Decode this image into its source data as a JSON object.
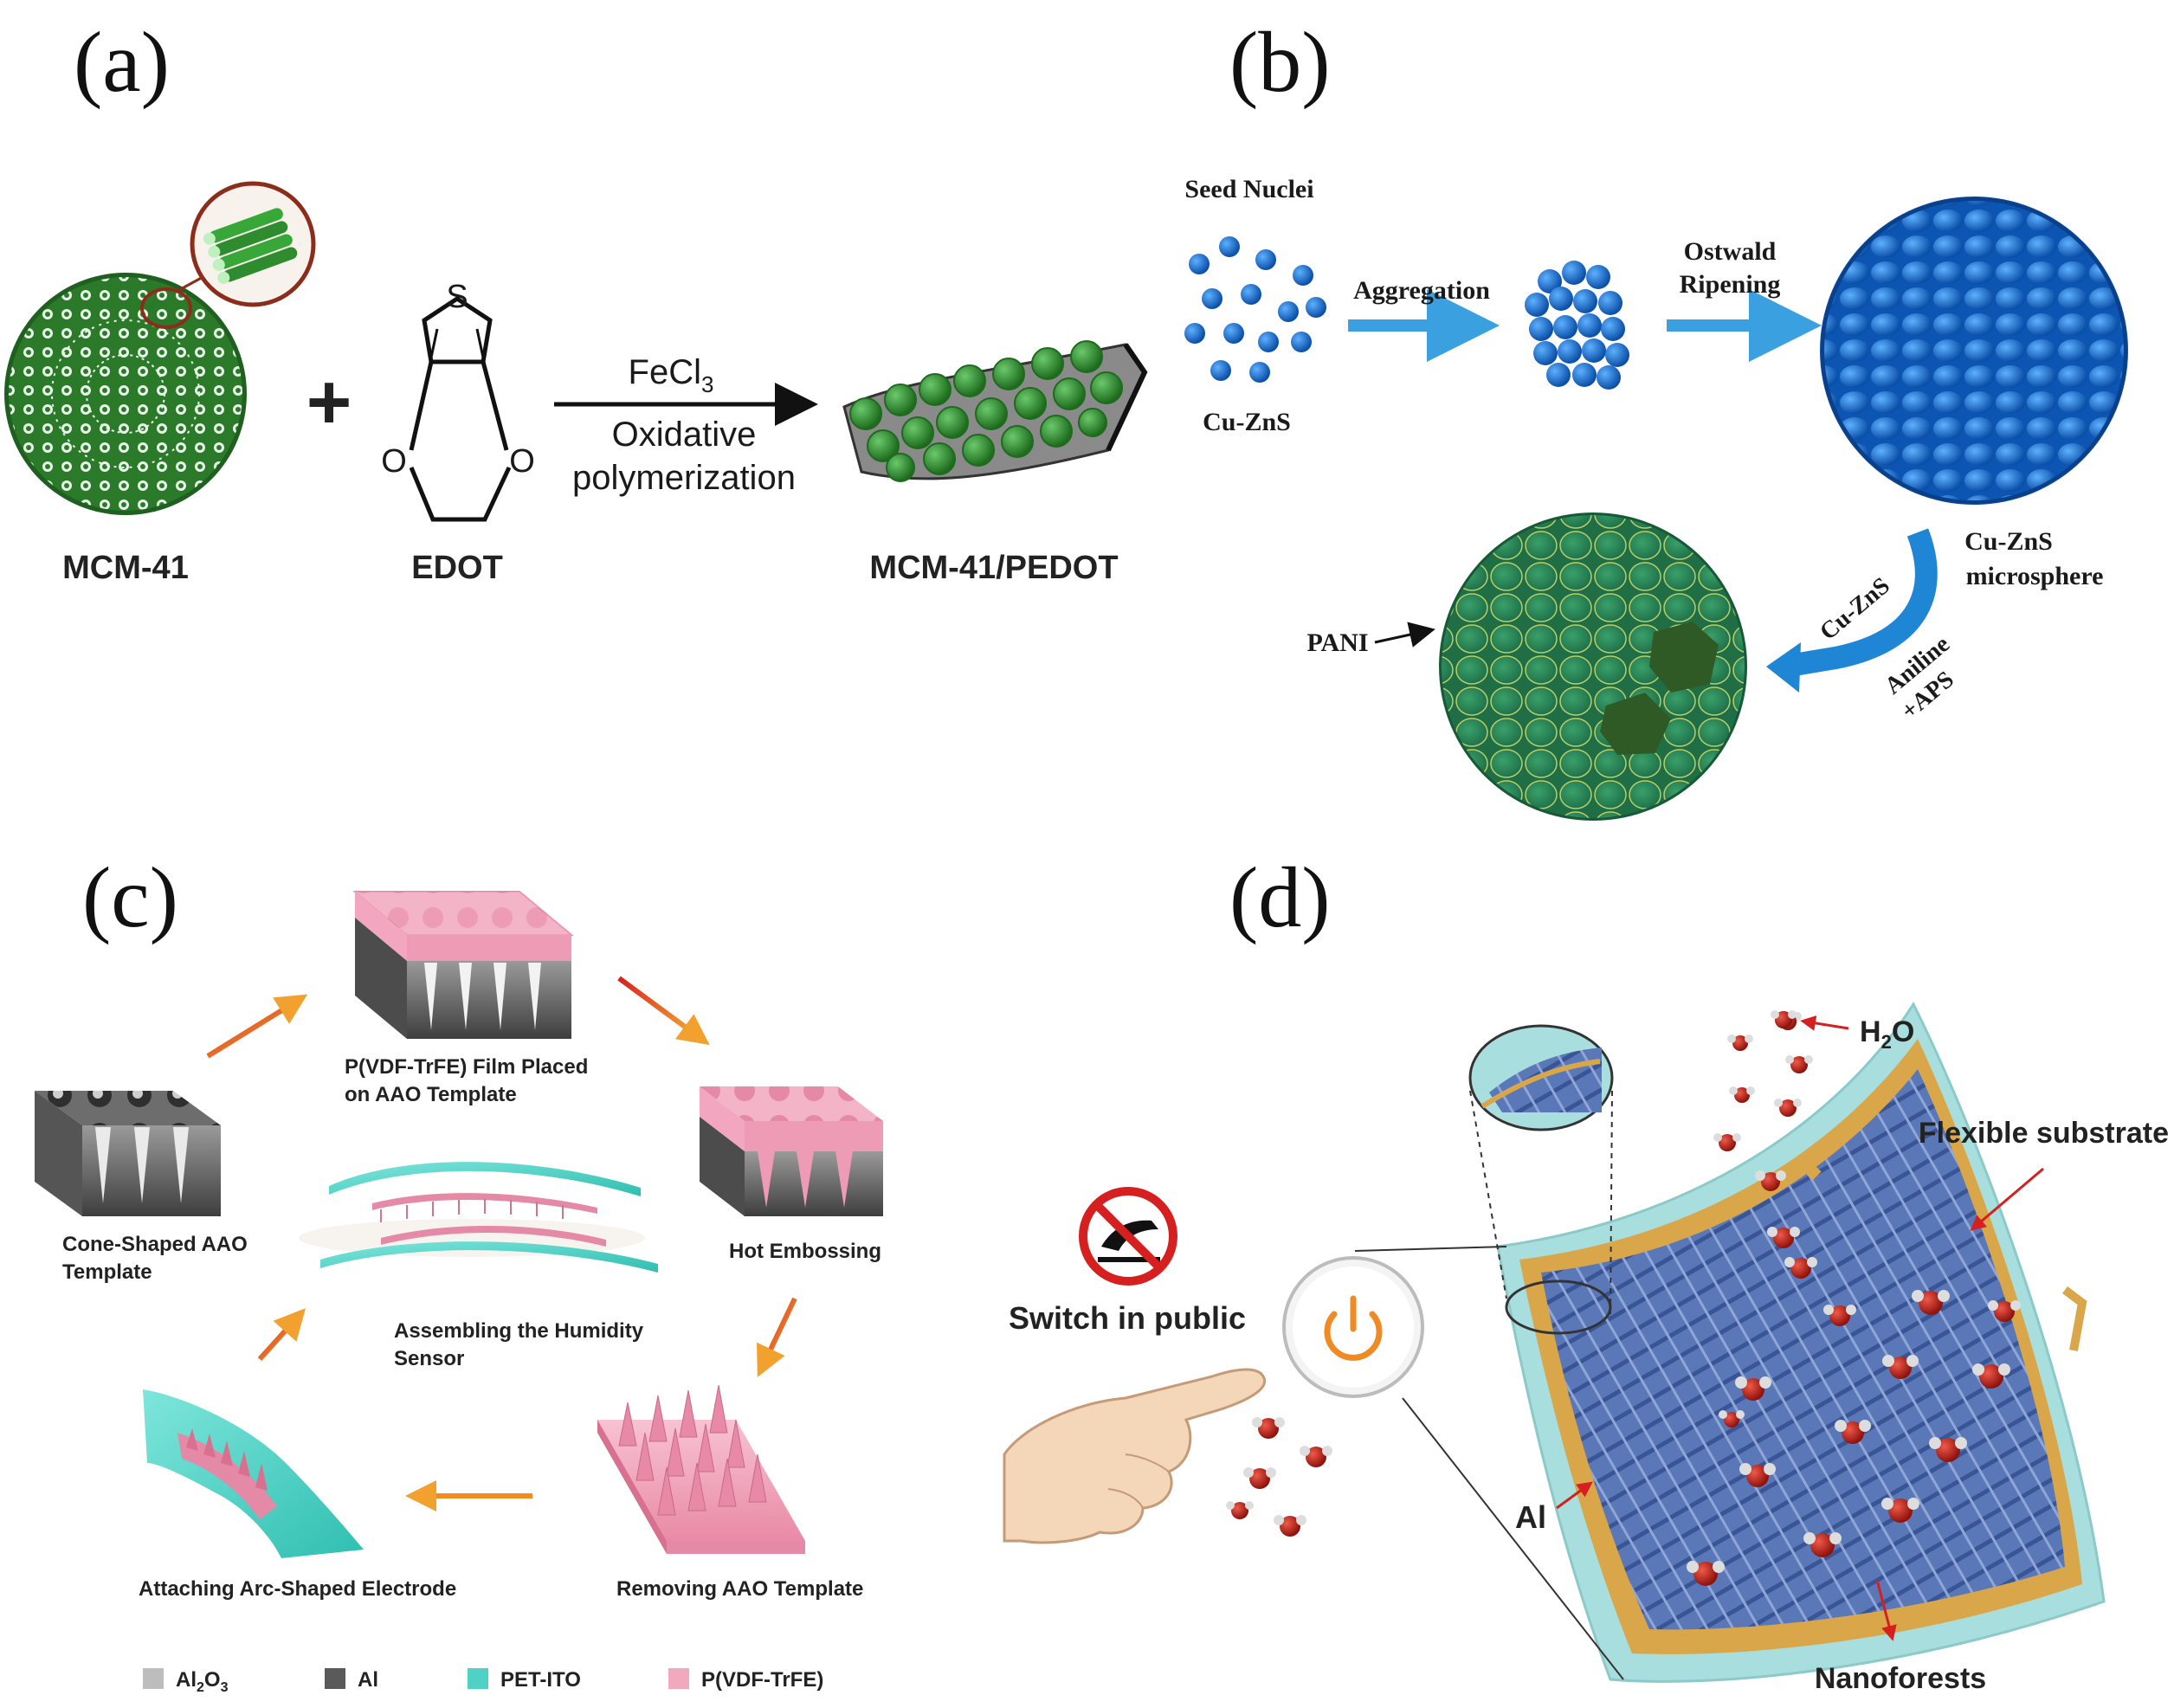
{
  "panels": {
    "a": "(a)",
    "b": "(b)",
    "c": "(c)",
    "d": "(d)"
  },
  "panel_a": {
    "left_label": "MCM-41",
    "plus": "+",
    "middle_label": "EDOT",
    "sulfur_atom": "S",
    "oxygen_atom": "O",
    "reagent_main": "FeCl",
    "reagent_sub": "3",
    "reaction_line1": "Oxidative",
    "reaction_line2": "polymerization",
    "product_label": "MCM-41/PEDOT",
    "colors": {
      "silica": "#2e8b2e",
      "inset_ring": "#8b2d1a",
      "film": "#8a8a8a"
    }
  },
  "panel_b": {
    "seed_label": "Seed Nuclei",
    "cu_zns_label": "Cu-ZnS",
    "aggregation": "Aggregation",
    "ostwald_line1": "Ostwald",
    "ostwald_line2": "Ripening",
    "microsphere_line1": "Cu-ZnS",
    "microsphere_line2": "microsphere",
    "curve_label": "Cu-ZnS",
    "aniline_line1": "Aniline",
    "aniline_line2": "+APS",
    "pani_label": "PANI",
    "colors": {
      "blue": "#1a6fd6",
      "arrow": "#3aa0e0",
      "pani": "#2e8b57"
    }
  },
  "panel_c": {
    "step_film_line1": "P(VDF-TrFE) Film Placed",
    "step_film_line2": "on AAO Template",
    "step_cone_line1": "Cone-Shaped AAO",
    "step_cone_line2": "Template",
    "step_hot": "Hot Embossing",
    "step_assemble_line1": "Assembling the Humidity",
    "step_assemble_line2": "Sensor",
    "step_attach": "Attaching Arc-Shaped Electrode",
    "step_remove": "Removing AAO Template",
    "legend": [
      {
        "main": "Al",
        "sub": "2",
        "main2": "O",
        "sub2": "3",
        "color": "#bdbdbd"
      },
      {
        "main": "Al",
        "color": "#5a5a5a"
      },
      {
        "main": "PET-ITO",
        "color": "#4fd1c5"
      },
      {
        "main": "P(VDF-TrFE)",
        "color": "#f2a8bd"
      }
    ]
  },
  "panel_d": {
    "h2o_main": "H",
    "h2o_sub": "2",
    "h2o_end": "O",
    "flexible_substrate": "Flexible substrate",
    "switch_label": "Switch in public",
    "al_label": "Al",
    "nanoforests": "Nanoforests",
    "colors": {
      "substrate": "#a8dede",
      "electrode": "#d9a64a",
      "nano": "#4a6fb5",
      "water": "#c0221b",
      "power": "#f08a24"
    }
  }
}
